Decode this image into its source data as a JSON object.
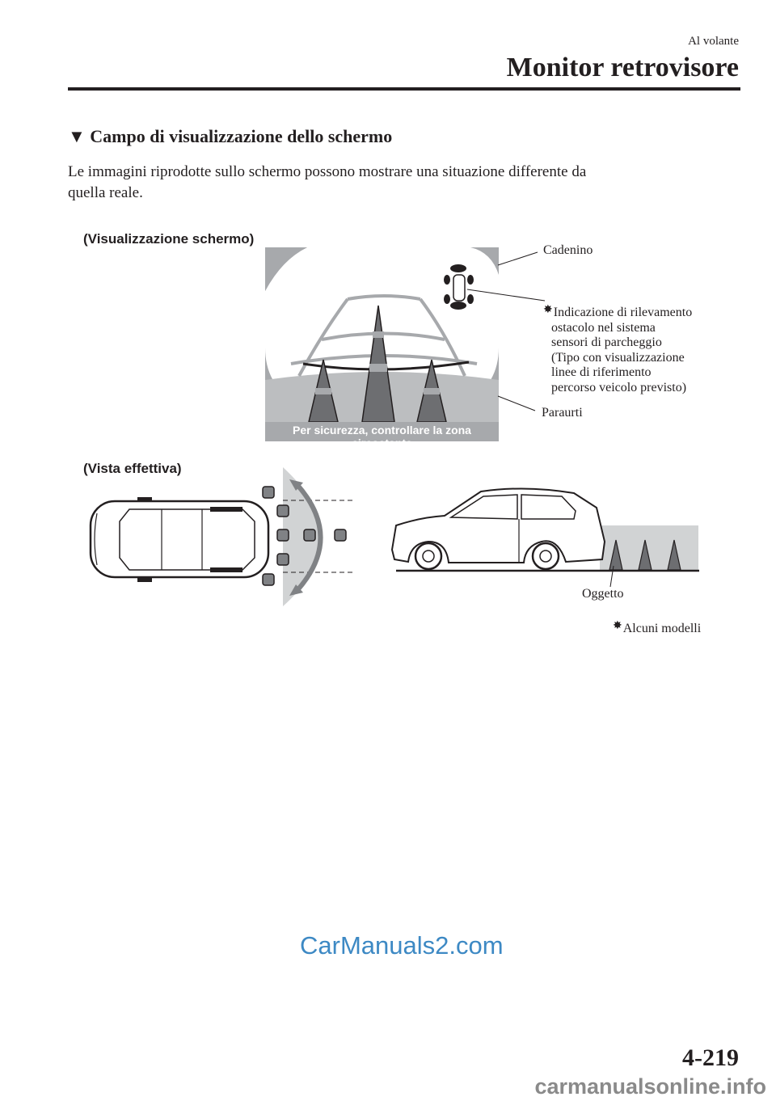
{
  "header": {
    "section": "Al volante",
    "title": "Monitor retrovisore"
  },
  "section": {
    "heading": "Campo di visualizzazione dello schermo",
    "heading_marker": "▼",
    "intro_line1": "Le immagini riprodotte sullo schermo possono mostrare una situazione differente da",
    "intro_line2": "quella reale."
  },
  "figure": {
    "screen_caption": "(Visualizzazione schermo)",
    "screen_banner": "Per sicurezza, controllare la zona circostante",
    "callouts": {
      "cadenino": "Cadenino",
      "indicator_star": "✸",
      "indicator_lines": [
        "Indicazione di rilevamento",
        "ostacolo nel sistema",
        "sensori di parcheggio",
        "(Tipo con visualizzazione",
        "linee di riferimento",
        "percorso veicolo previsto)"
      ],
      "paraurti": "Paraurti"
    },
    "actual_caption": "(Vista effettiva)",
    "object_label": "Oggetto",
    "footnote_star": "✸",
    "footnote": "Alcuni modelli"
  },
  "footer": {
    "watermark": "CarManuals2.com",
    "page_number": "4-219",
    "url": "carmanualsonline.info"
  },
  "colors": {
    "text": "#231f20",
    "screen_gray": "#a7a9ac",
    "cone_dark": "#6d6e71",
    "watermark_blue": "#3d89c4"
  }
}
